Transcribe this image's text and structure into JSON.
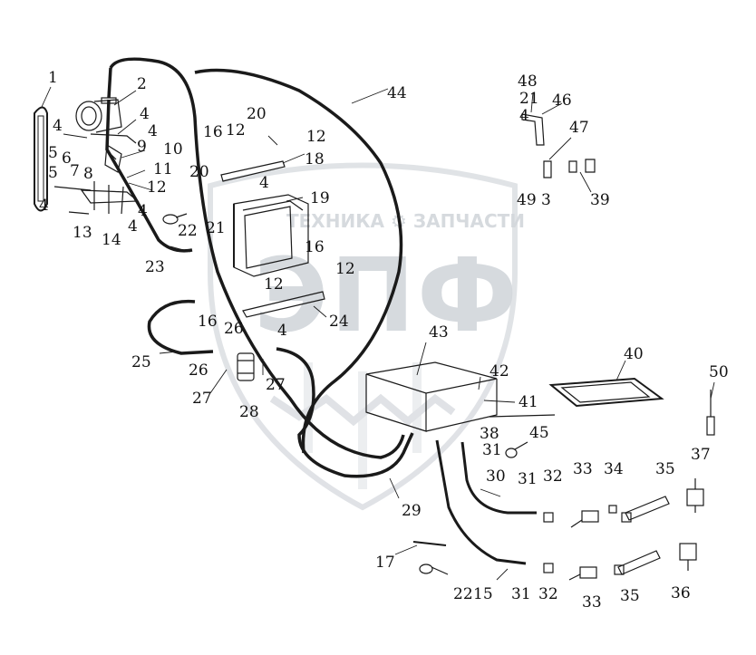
{
  "watermark": {
    "brand_text": "ТЕХНИКА ⚙ ЗАПЧАСТИ",
    "logo_text": "ЭПФ",
    "color": "#c9ced4"
  },
  "labels": [
    "1",
    "2",
    "4",
    "4",
    "4",
    "5",
    "6",
    "7",
    "8",
    "9",
    "10",
    "5",
    "11",
    "4",
    "12",
    "4",
    "4",
    "13",
    "14",
    "16",
    "12",
    "20",
    "12",
    "18",
    "4",
    "20",
    "21",
    "22",
    "23",
    "19",
    "16",
    "12",
    "12",
    "4",
    "16",
    "24",
    "25",
    "26",
    "26",
    "27",
    "27",
    "28",
    "44",
    "48",
    "21",
    "4",
    "46",
    "47",
    "49",
    "3",
    "39",
    "43",
    "42",
    "41",
    "40",
    "38",
    "45",
    "31",
    "50",
    "37",
    "29",
    "30",
    "31",
    "32",
    "33",
    "34",
    "35",
    "17",
    "22",
    "15",
    "31",
    "32",
    "33",
    "35",
    "36"
  ],
  "line_color": "#1a1a1a"
}
